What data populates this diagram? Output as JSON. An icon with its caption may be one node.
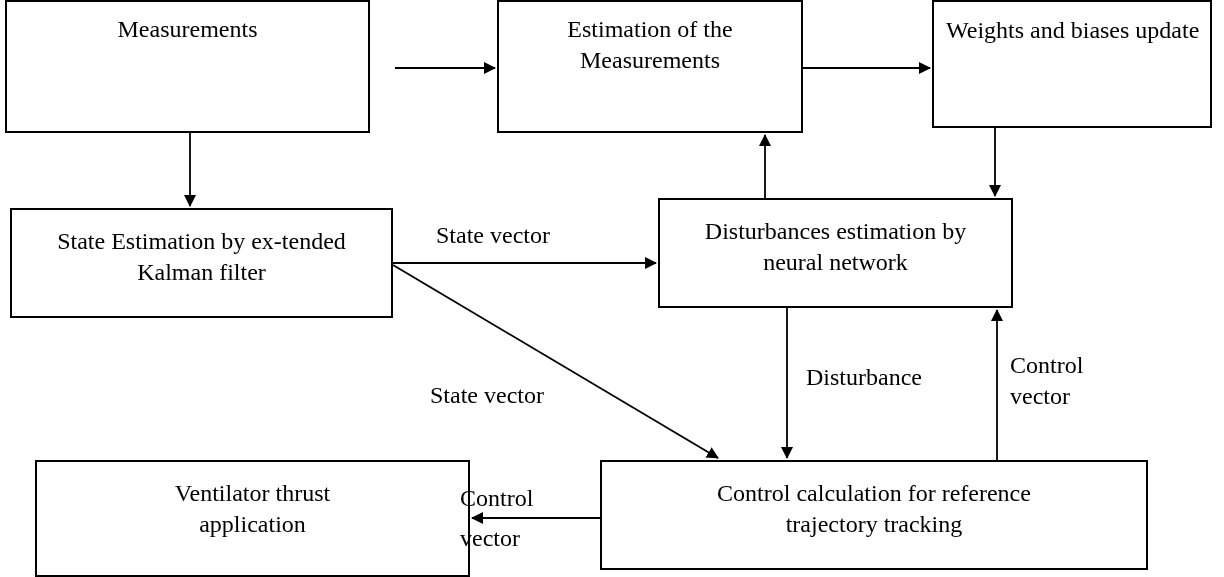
{
  "diagram": {
    "nodes": [
      {
        "text": [
          "Measurements"
        ]
      },
      {
        "text": [
          "Estimation of the Measurements"
        ]
      },
      {
        "text": [
          "Weights and biases update"
        ]
      },
      {
        "text": [
          "State Estimation by ex-tended Kalman filter"
        ]
      },
      {
        "text": [
          "Disturbances estimation by neural network"
        ]
      },
      {
        "text": [
          "Ventilator thrust application"
        ]
      },
      {
        "text": [
          "Control calculation for reference trajectory tracking"
        ]
      }
    ],
    "edges": [
      {
        "from": 0,
        "to": 1,
        "arrow": "to"
      },
      {
        "from": 1,
        "to": 2,
        "arrow": "to"
      },
      {
        "from": 0,
        "to": 3,
        "arrow": "to"
      },
      {
        "from": 3,
        "to": 4,
        "arrow": "to",
        "label": "State vector"
      },
      {
        "from": 3,
        "to": 6,
        "arrow": "to",
        "label": "State vector"
      },
      {
        "from": 4,
        "to": 1,
        "arrow": "to"
      },
      {
        "from": 2,
        "to": 4,
        "arrow": "to"
      },
      {
        "from": 4,
        "to": 6,
        "arrow": "to",
        "label": "Disturbance"
      },
      {
        "from": 6,
        "to": 4,
        "arrow": "to",
        "label": "Control vector"
      },
      {
        "from": 6,
        "to": 5,
        "arrow": "to",
        "label": "Control vector"
      }
    ]
  }
}
